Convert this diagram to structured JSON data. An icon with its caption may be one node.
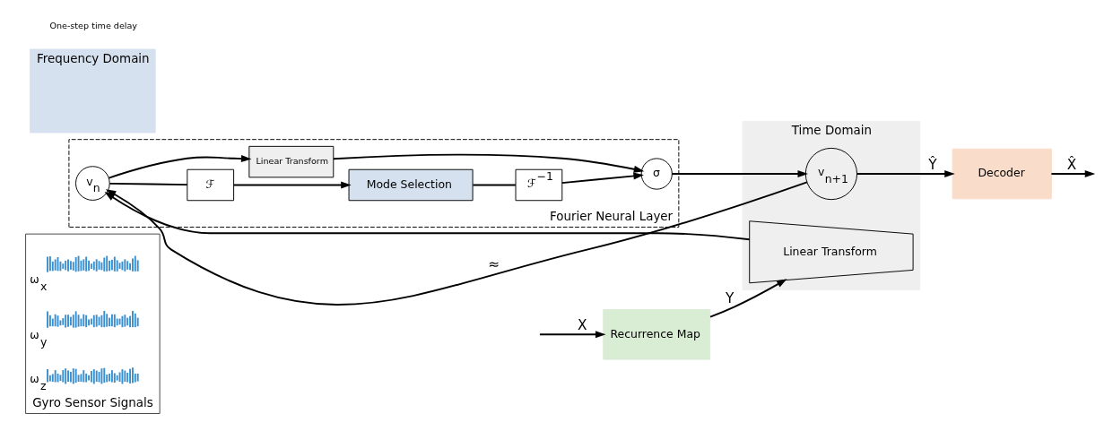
{
  "diagram": {
    "nodes": [
      {
        "text": [
          "Gyro Sensor Signals"
        ]
      },
      {
        "text": [],
        "shape": "picture",
        "in": 0,
        "beside": [
          "ω$_{x}$"
        ]
      },
      {
        "text": [],
        "shape": "picture",
        "in": 0,
        "beside": [
          "ω$_{y}$"
        ]
      },
      {
        "text": [],
        "shape": "picture",
        "in": 0,
        "beside": [
          "ω$_{z}$"
        ]
      },
      {
        "text": [
          "Recurrence Map"
        ]
      },
      {
        "text": [
          "Decoder"
        ]
      },
      {
        "text": [
          "Time Domain"
        ]
      },
      {
        "text": [
          "Frequency Domain"
        ]
      },
      {
        "text": [
          "Linear Transform"
        ],
        "in": 6
      },
      {
        "text": [
          "Fourier Neural Layer"
        ]
      },
      {
        "text": [
          "v$_{n}$"
        ],
        "in": 9
      },
      {
        "text": [
          "ℱ"
        ],
        "in": 9
      },
      {
        "text": [
          "Mode Selection"
        ],
        "in": 9
      },
      {
        "text": [
          "Linear Transform"
        ],
        "in": 9
      },
      {
        "text": [
          "ℱ$^{−1}$"
        ],
        "in": 9
      },
      {
        "text": [
          "σ"
        ],
        "in": 9
      },
      {
        "text": [
          "v$_{n+1}$"
        ],
        "in": 6
      }
    ],
    "edges": [
      {
        "from": null,
        "to": 4,
        "arrow": "to",
        "label": "X"
      },
      {
        "from": 4,
        "to": 8,
        "arrow": "to",
        "label": "Y"
      },
      {
        "from": 8,
        "to": 10,
        "arrow": "to"
      },
      {
        "from": 10,
        "to": 11,
        "arrow": "none"
      },
      {
        "from": 11,
        "to": 12,
        "arrow": "to"
      },
      {
        "from": 12,
        "to": 14,
        "arrow": "none"
      },
      {
        "from": 10,
        "to": 13,
        "arrow": "to"
      },
      {
        "from": 14,
        "to": 15,
        "arrow": "to"
      },
      {
        "from": 13,
        "to": 15,
        "arrow": "to"
      },
      {
        "from": 15,
        "to": 16,
        "arrow": "to"
      },
      {
        "from": 16,
        "to": 10,
        "arrow": "to",
        "label": "≈"
      },
      {
        "from": 16,
        "to": 5,
        "arrow": "to",
        "label": "Ŷ"
      },
      {
        "from": 5,
        "to": null,
        "arrow": "to",
        "label": "X̂"
      }
    ],
    "labels": [
      "One-step time delay"
    ]
  }
}
